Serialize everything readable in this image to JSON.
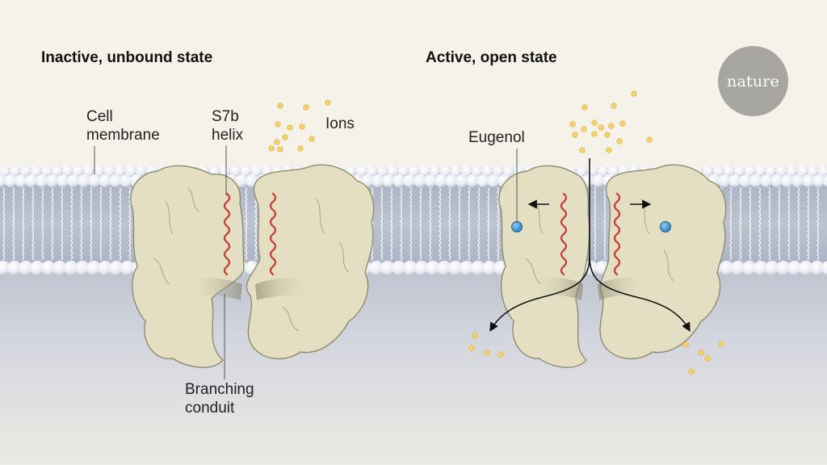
{
  "headings": {
    "left": "Inactive, unbound state",
    "right": "Active, open state"
  },
  "labels": {
    "cell_membrane_line1": "Cell",
    "cell_membrane_line2": "membrane",
    "s7b_helix_line1": "S7b",
    "s7b_helix_line2": "helix",
    "ions": "Ions",
    "eugenol": "Eugenol",
    "branching_conduit_line1": "Branching",
    "branching_conduit_line2": "conduit"
  },
  "logo": {
    "text": "nature",
    "icon": "nature-logo"
  },
  "colors": {
    "background_top": "#f5f3e9",
    "cytoplasm": "#d8dae2",
    "membrane_core": "#b7c0cf",
    "lipid_head": "#f2f4f8",
    "protein": "#e4dfc2",
    "protein_outline": "#8f8b71",
    "helix": "#c8413c",
    "ion": "#f5d36a",
    "eugenol": "#3b8fd1",
    "arrow": "#111111"
  }
}
